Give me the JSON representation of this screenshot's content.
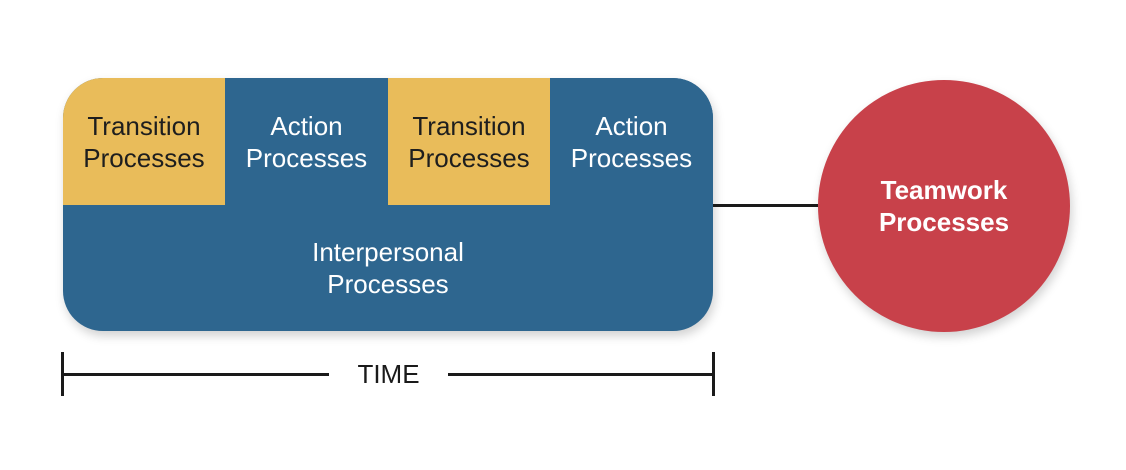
{
  "diagram": {
    "phases": [
      {
        "type": "transition",
        "lines": [
          "Transition",
          "Processes"
        ]
      },
      {
        "type": "action",
        "lines": [
          "Action",
          "Processes"
        ]
      },
      {
        "type": "transition",
        "lines": [
          "Transition",
          "Processes"
        ]
      },
      {
        "type": "action",
        "lines": [
          "Action",
          "Processes"
        ]
      }
    ],
    "interpersonal": {
      "lines": [
        "Interpersonal",
        "Processes"
      ]
    },
    "teamwork": {
      "lines": [
        "Teamwork",
        "Processes"
      ]
    },
    "time_label": "TIME",
    "colors": {
      "transition": "#e9bc5a",
      "action": "#2e668f",
      "interpersonal": "#2e668f",
      "teamwork": "#c8414a",
      "line": "#1a1a1a"
    }
  }
}
